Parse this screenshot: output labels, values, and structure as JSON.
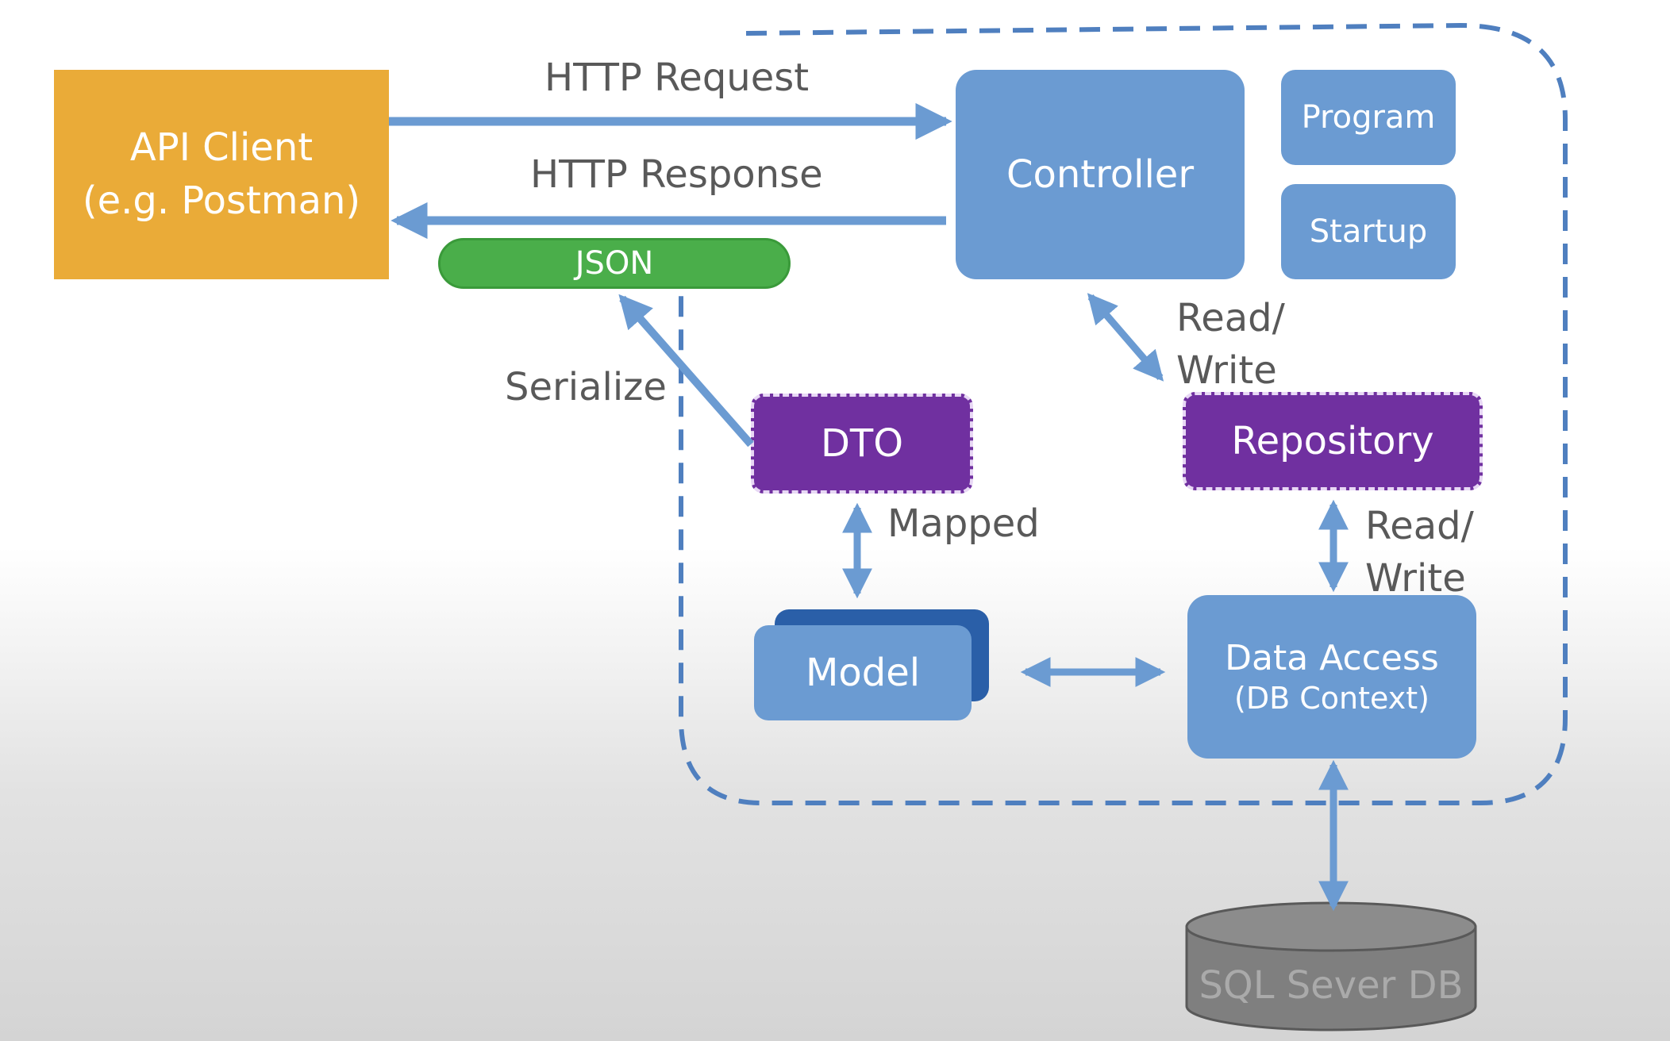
{
  "colors": {
    "arrow": "#6b9bd2",
    "boundary": "#4f7fbf",
    "blue_box": "#6b9bd2",
    "orange_box": "#eaab38",
    "green_pill": "#4aae4a",
    "purple_box": "#7030a0",
    "database": "#7f7f7f"
  },
  "api_client": {
    "line1": "API Client",
    "line2": "(e.g. Postman)"
  },
  "request_label": "HTTP Request",
  "response_label": "HTTP Response",
  "json_label": "JSON",
  "serialize_label": "Serialize",
  "controller_label": "Controller",
  "program_label": "Program",
  "startup_label": "Startup",
  "controller_repo_label": {
    "line1": "Read/",
    "line2": "Write"
  },
  "dto_label": "DTO",
  "repository_label": "Repository",
  "mapped_label": "Mapped",
  "repo_dataaccess_label": {
    "line1": "Read/",
    "line2": "Write"
  },
  "model_label": "Model",
  "data_access": {
    "line1": "Data Access",
    "line2": "(DB Context)"
  },
  "database_label": "SQL Sever DB"
}
